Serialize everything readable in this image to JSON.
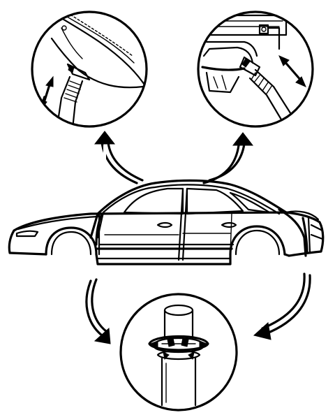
{
  "diagram": {
    "colors": {
      "ink": "#000000",
      "paper": "#ffffff"
    },
    "views": [
      {
        "id": "main",
        "icon": "sedan-body-icon"
      },
      {
        "id": "detail-top-left",
        "icon": "front-drain-hose-connection-icon"
      },
      {
        "id": "detail-top-right",
        "icon": "rear-drain-hose-connection-icon"
      },
      {
        "id": "detail-bottom",
        "icon": "drain-hose-grommet-outlet-icon"
      }
    ],
    "callout_arrows": [
      {
        "id": "arrow-to-top-left",
        "icon": "curved-arrow-icon"
      },
      {
        "id": "arrow-to-top-right",
        "icon": "curved-arrow-icon"
      },
      {
        "id": "arrow-to-bottom-from-front",
        "icon": "curved-arrow-icon"
      },
      {
        "id": "arrow-to-bottom-from-rear",
        "icon": "curved-arrow-icon"
      }
    ]
  }
}
